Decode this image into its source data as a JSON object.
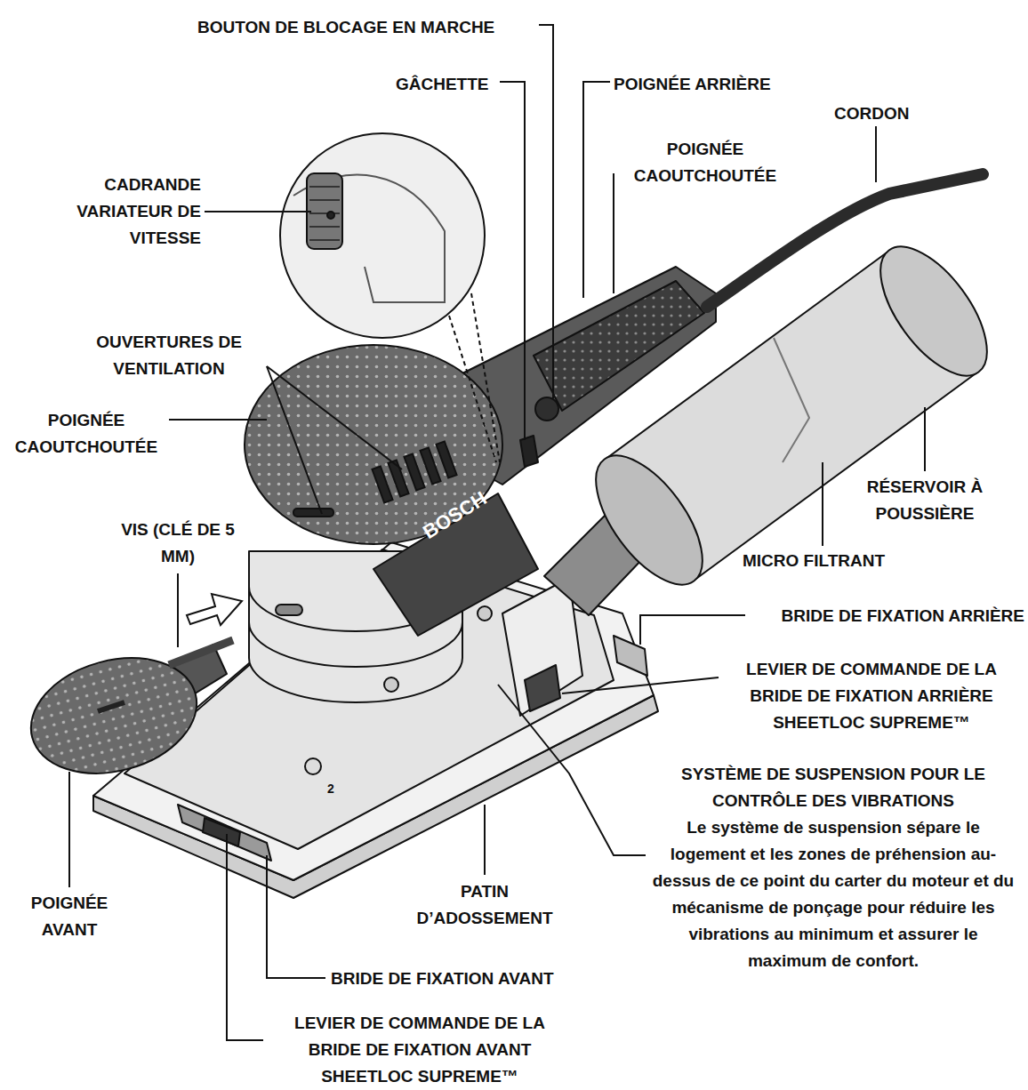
{
  "diagram": {
    "labels": [
      "BOUTON DE BLOCAGE EN MARCHE",
      "GÂCHETTE",
      "POIGNÉE ARRIÈRE",
      "CORDON",
      "POIGNÉE CAOUTCHOUTÉE",
      "CADRANDE VARIATEUR DE VITESSE",
      "OUVERTURES DE VENTILATION",
      "POIGNÉE CAOUTCHOUTÉE",
      "VIS (CLÉ DE 5 MM)",
      "BOSCH",
      "RÉSERVOIR À POUSSIÈRE",
      "MICRO FILTRANT",
      "BRIDE DE FIXATION ARRIÈRE",
      "LEVIER DE COMMANDE DE LA BRIDE DE FIXATION ARRIÈRE SHEETLOC SUPREME™",
      "SYSTÈME DE SUSPENSION POUR LE CONTRÔLE DES VIBRATIONS",
      "Le système de suspension sépare le logement et les zones de préhension au-dessus de ce point du carter du moteur et du mécanisme de ponçage pour réduire les vibrations au minimum et assurer le maximum de confort.",
      "2",
      "PATIN D’ADOSSEMENT",
      "POIGNÉE AVANT",
      "BRIDE DE FIXATION AVANT",
      "LEVIER DE COMMANDE DE LA BRIDE DE FIXATION AVANT SHEETLOC SUPREME™"
    ]
  }
}
